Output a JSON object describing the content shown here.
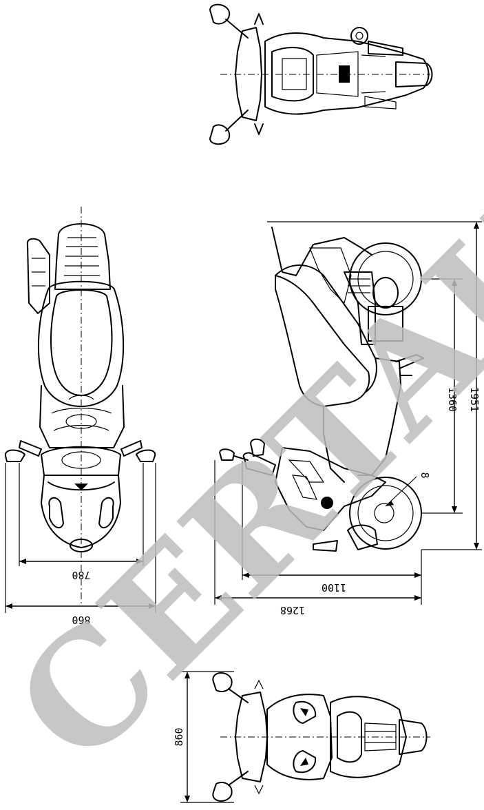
{
  "dimensions": {
    "width_780": "780",
    "width_860_top": "860",
    "length_1100": "1100",
    "length_1268": "1268",
    "wheelbase_1360": "1360",
    "overall_1951": "1951",
    "width_860_front": "860",
    "marker_8": "8"
  },
  "watermark": {
    "text": "CERTAUTO"
  },
  "colors": {
    "line": "#000000",
    "background": "#ffffff",
    "watermark": "#bdbdbd"
  }
}
